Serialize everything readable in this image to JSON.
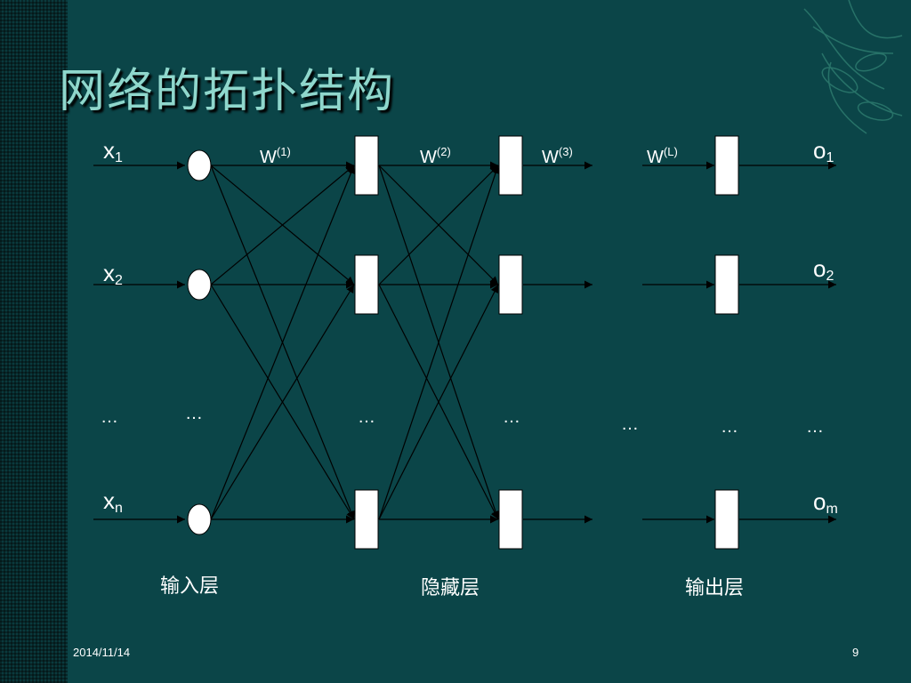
{
  "title": "网络的拓扑结构",
  "inputs": [
    {
      "label": "x",
      "sub": "1"
    },
    {
      "label": "x",
      "sub": "2"
    },
    {
      "label": "x",
      "sub": "n"
    }
  ],
  "outputs": [
    {
      "label": "o",
      "sub": "1"
    },
    {
      "label": "o",
      "sub": "2"
    },
    {
      "label": "o",
      "sub": "m"
    }
  ],
  "weights": [
    {
      "label": "W",
      "sup": "(1)"
    },
    {
      "label": "W",
      "sup": "(2)"
    },
    {
      "label": "W",
      "sup": "(3)"
    },
    {
      "label": "W",
      "sup": "(L)"
    }
  ],
  "ellipsis": "…",
  "layer_captions": {
    "input": "输入层",
    "hidden": "隐藏层",
    "output": "输出层"
  },
  "footer": {
    "date": "2014/11/14",
    "page": "9"
  },
  "colors": {
    "background": "#0b4548",
    "title": "#8fd7cc",
    "lines": "#000000",
    "nodes": "#ffffff"
  }
}
